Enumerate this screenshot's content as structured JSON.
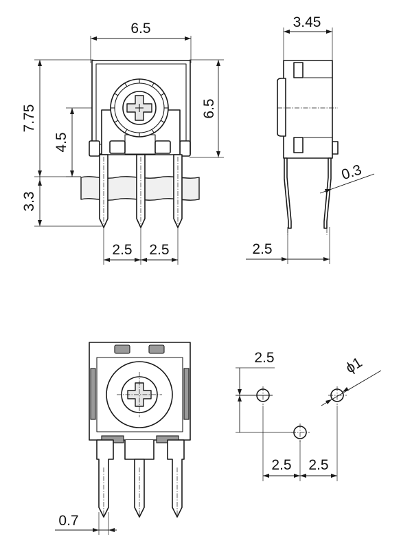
{
  "front_view": {
    "width": "6.5",
    "height_total": "7.75",
    "height_body": "6.5",
    "knob_height": "4.5",
    "pin_length": "3.3",
    "pitch_left": "2.5",
    "pitch_right": "2.5"
  },
  "side_view": {
    "depth": "3.45",
    "pin_thickness": "0.3",
    "pin_offset": "2.5"
  },
  "bottom_view": {
    "pin_width": "0.7"
  },
  "hole_pattern": {
    "vertical_spacing": "2.5",
    "hole_diameter": "ϕ1",
    "pitch_left": "2.5",
    "pitch_right": "2.5"
  }
}
